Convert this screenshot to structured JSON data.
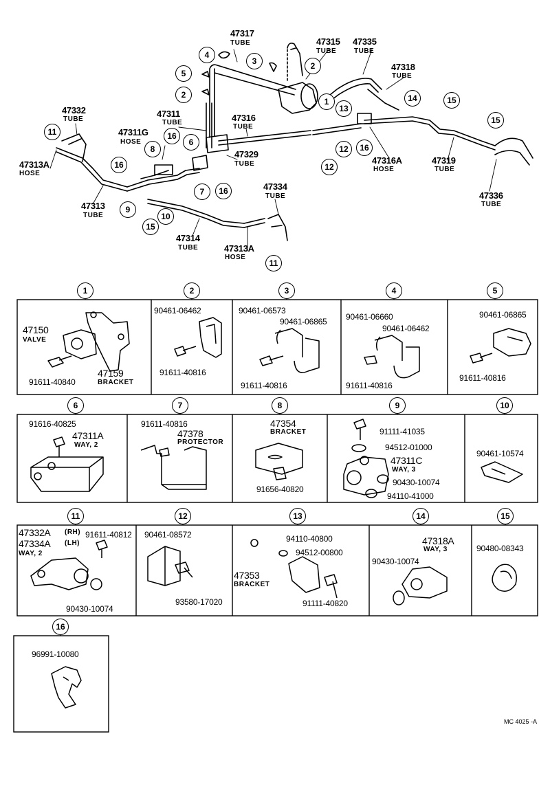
{
  "main_labels": [
    {
      "id": "47317",
      "part": "47317",
      "desc": "TUBE"
    },
    {
      "id": "47315",
      "part": "47315",
      "desc": "TUBE"
    },
    {
      "id": "47335",
      "part": "47335",
      "desc": "TUBE"
    },
    {
      "id": "47318",
      "part": "47318",
      "desc": "TUBE"
    },
    {
      "id": "47332",
      "part": "47332",
      "desc": "TUBE"
    },
    {
      "id": "47311",
      "part": "47311",
      "desc": "TUBE"
    },
    {
      "id": "47316",
      "part": "47316",
      "desc": "TUBE"
    },
    {
      "id": "47311G",
      "part": "47311G",
      "desc": "HOSE"
    },
    {
      "id": "47329",
      "part": "47329",
      "desc": "TUBE"
    },
    {
      "id": "47313A-l",
      "part": "47313A",
      "desc": "HOSE"
    },
    {
      "id": "47313",
      "part": "47313",
      "desc": "TUBE"
    },
    {
      "id": "47314",
      "part": "47314",
      "desc": "TUBE"
    },
    {
      "id": "47313A-b",
      "part": "47313A",
      "desc": "HOSE"
    },
    {
      "id": "47334",
      "part": "47334",
      "desc": "TUBE"
    },
    {
      "id": "47316A",
      "part": "47316A",
      "desc": "HOSE"
    },
    {
      "id": "47319",
      "part": "47319",
      "desc": "TUBE"
    },
    {
      "id": "47336",
      "part": "47336",
      "desc": "TUBE"
    }
  ],
  "callouts": [
    "1",
    "2",
    "3",
    "4",
    "5",
    "6",
    "7",
    "8",
    "9",
    "10",
    "11",
    "12",
    "13",
    "14",
    "15",
    "16"
  ],
  "panels": [
    {
      "num": "1",
      "items": [
        {
          "k": "a",
          "text": "47150",
          "big": true
        },
        {
          "k": "b",
          "text": "VALVE",
          "sub": true
        },
        {
          "k": "c",
          "text": "47159",
          "big": true
        },
        {
          "k": "d",
          "text": "BRACKET",
          "sub": true
        },
        {
          "k": "e",
          "text": "91611-40840"
        }
      ]
    },
    {
      "num": "2",
      "items": [
        {
          "k": "a",
          "text": "90461-06462"
        },
        {
          "k": "b",
          "text": "91611-40816"
        }
      ]
    },
    {
      "num": "3",
      "items": [
        {
          "k": "a",
          "text": "90461-06573"
        },
        {
          "k": "b",
          "text": "90461-06865"
        },
        {
          "k": "c",
          "text": "91611-40816"
        }
      ]
    },
    {
      "num": "4",
      "items": [
        {
          "k": "a",
          "text": "90461-06660"
        },
        {
          "k": "b",
          "text": "90461-06462"
        },
        {
          "k": "c",
          "text": "91611-40816"
        }
      ]
    },
    {
      "num": "5",
      "items": [
        {
          "k": "a",
          "text": "90461-06865"
        },
        {
          "k": "b",
          "text": "91611-40816"
        }
      ]
    },
    {
      "num": "6",
      "items": [
        {
          "k": "a",
          "text": "91616-40825"
        },
        {
          "k": "b",
          "text": "47311A",
          "big": true
        },
        {
          "k": "c",
          "text": "WAY, 2",
          "sub": true
        }
      ]
    },
    {
      "num": "7",
      "items": [
        {
          "k": "a",
          "text": "91611-40816"
        },
        {
          "k": "b",
          "text": "47378",
          "big": true
        },
        {
          "k": "c",
          "text": "PROTECTOR",
          "sub": true
        }
      ]
    },
    {
      "num": "8",
      "items": [
        {
          "k": "a",
          "text": "47354",
          "big": true
        },
        {
          "k": "b",
          "text": "BRACKET",
          "sub": true
        },
        {
          "k": "c",
          "text": "91656-40820"
        }
      ]
    },
    {
      "num": "9",
      "items": [
        {
          "k": "a",
          "text": "91111-41035"
        },
        {
          "k": "b",
          "text": "94512-01000"
        },
        {
          "k": "c",
          "text": "47311C",
          "big": true
        },
        {
          "k": "d",
          "text": "WAY, 3",
          "sub": true
        },
        {
          "k": "e",
          "text": "90430-10074"
        },
        {
          "k": "f",
          "text": "94110-41000"
        }
      ]
    },
    {
      "num": "10",
      "items": [
        {
          "k": "a",
          "text": "90461-10574"
        }
      ]
    },
    {
      "num": "11",
      "items": [
        {
          "k": "a",
          "text": "47332A",
          "big": true
        },
        {
          "k": "b",
          "text": "(RH)",
          "sub": true
        },
        {
          "k": "c",
          "text": "47334A",
          "big": true
        },
        {
          "k": "d",
          "text": "(LH)",
          "sub": true
        },
        {
          "k": "e",
          "text": "WAY, 2",
          "sub": true
        },
        {
          "k": "f",
          "text": "91611-40812"
        },
        {
          "k": "g",
          "text": "90430-10074"
        }
      ]
    },
    {
      "num": "12",
      "items": [
        {
          "k": "a",
          "text": "90461-08572"
        },
        {
          "k": "b",
          "text": "93580-17020"
        }
      ]
    },
    {
      "num": "13",
      "items": [
        {
          "k": "a",
          "text": "94110-40800"
        },
        {
          "k": "b",
          "text": "94512-00800"
        },
        {
          "k": "c",
          "text": "47353",
          "big": true
        },
        {
          "k": "d",
          "text": "BRACKET",
          "sub": true
        },
        {
          "k": "e",
          "text": "91111-40820"
        }
      ]
    },
    {
      "num": "14",
      "items": [
        {
          "k": "a",
          "text": "47318A",
          "big": true
        },
        {
          "k": "b",
          "text": "WAY, 3",
          "sub": true
        },
        {
          "k": "c",
          "text": "90430-10074"
        }
      ]
    },
    {
      "num": "15",
      "items": [
        {
          "k": "a",
          "text": "90480-08343"
        }
      ]
    },
    {
      "num": "16",
      "items": [
        {
          "k": "a",
          "text": "96991-10080"
        }
      ]
    }
  ],
  "footer_code": "MC 4025 -A"
}
